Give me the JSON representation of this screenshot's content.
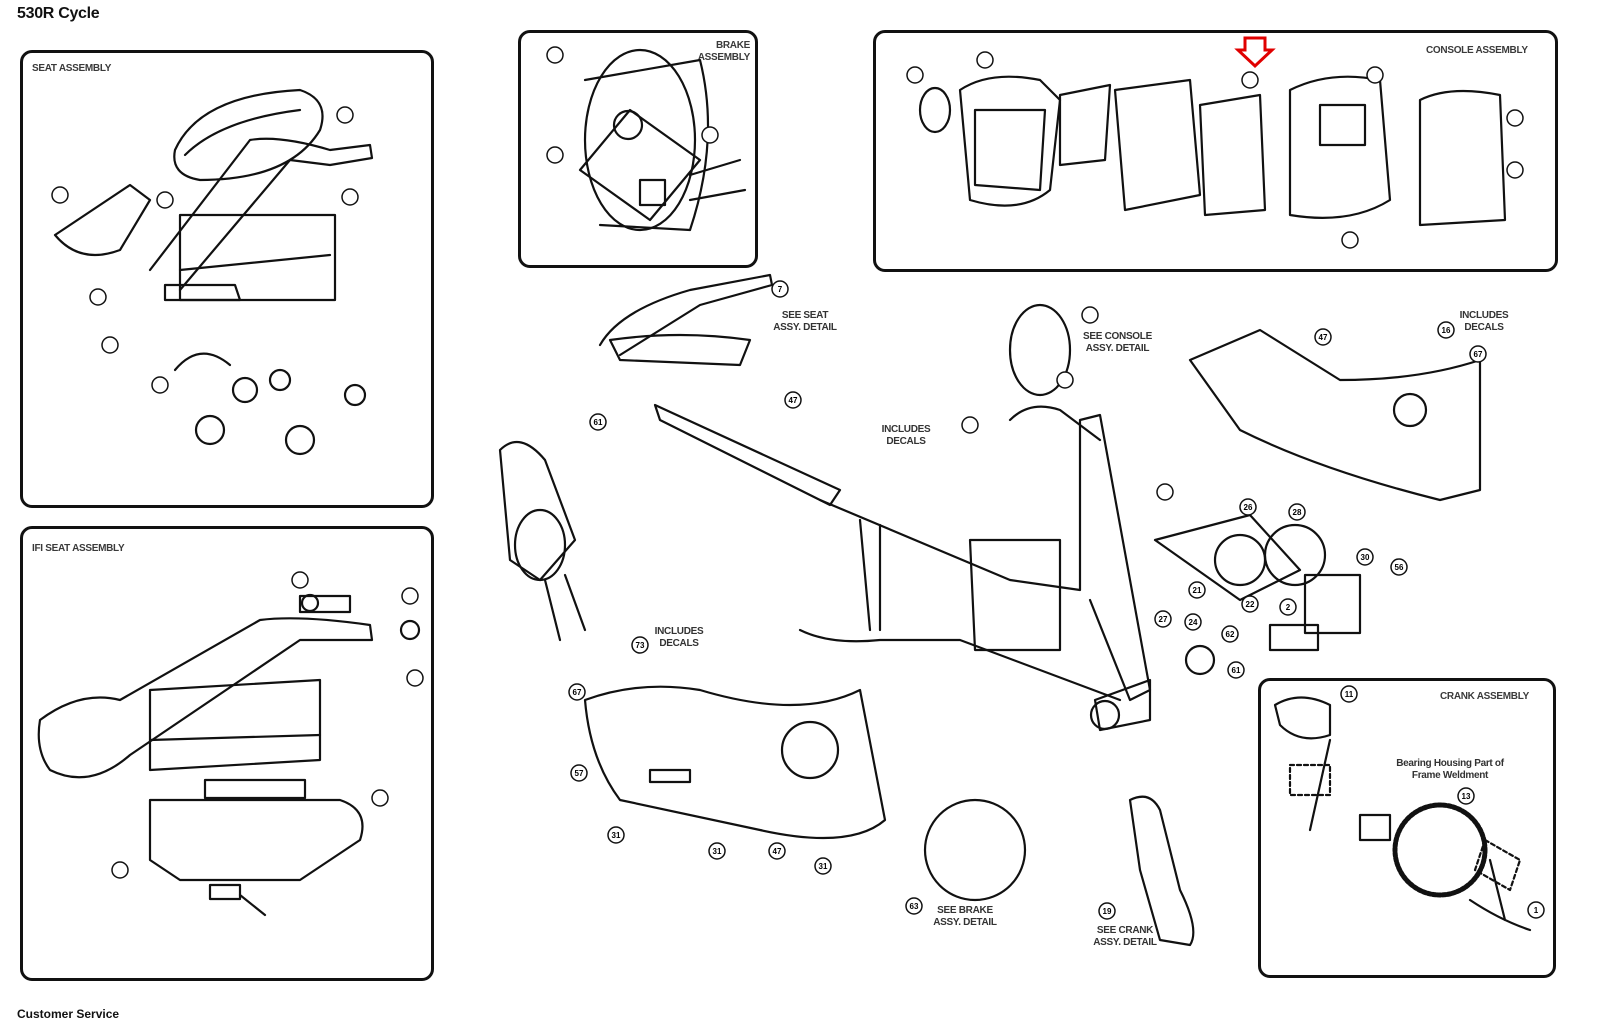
{
  "page_title": "530R Cycle",
  "panels": {
    "seat": "SEAT ASSEMBLY",
    "ifi_seat": "IFI SEAT ASSEMBLY",
    "brake": "BRAKE ASSEMBLY",
    "console": "CONSOLE ASSEMBLY",
    "crank": "CRANK ASSEMBLY"
  },
  "captions": {
    "see_seat": "SEE SEAT ASSY. DETAIL",
    "see_console": "SEE CONSOLE ASSY. DETAIL",
    "decals_1": "INCLUDES DECALS",
    "decals_2": "INCLUDES DECALS",
    "decals_3": "INCLUDES DECALS",
    "see_brake": "SEE BRAKE ASSY. DETAIL",
    "see_crank": "SEE CRANK ASSY. DETAIL",
    "bearing": "Bearing Housing Part of Frame Weldment"
  },
  "callouts": [
    "7",
    "47",
    "16",
    "67",
    "61",
    "47",
    "26",
    "28",
    "21",
    "22",
    "30",
    "56",
    "2",
    "27",
    "24",
    "62",
    "61",
    "31",
    "47",
    "31",
    "67",
    "57",
    "31",
    "19",
    "63",
    "73",
    "11",
    "13",
    "1"
  ],
  "highlight_color": "#e00000",
  "highlight_marker": "down-arrow",
  "footer_left": "Customer Service"
}
